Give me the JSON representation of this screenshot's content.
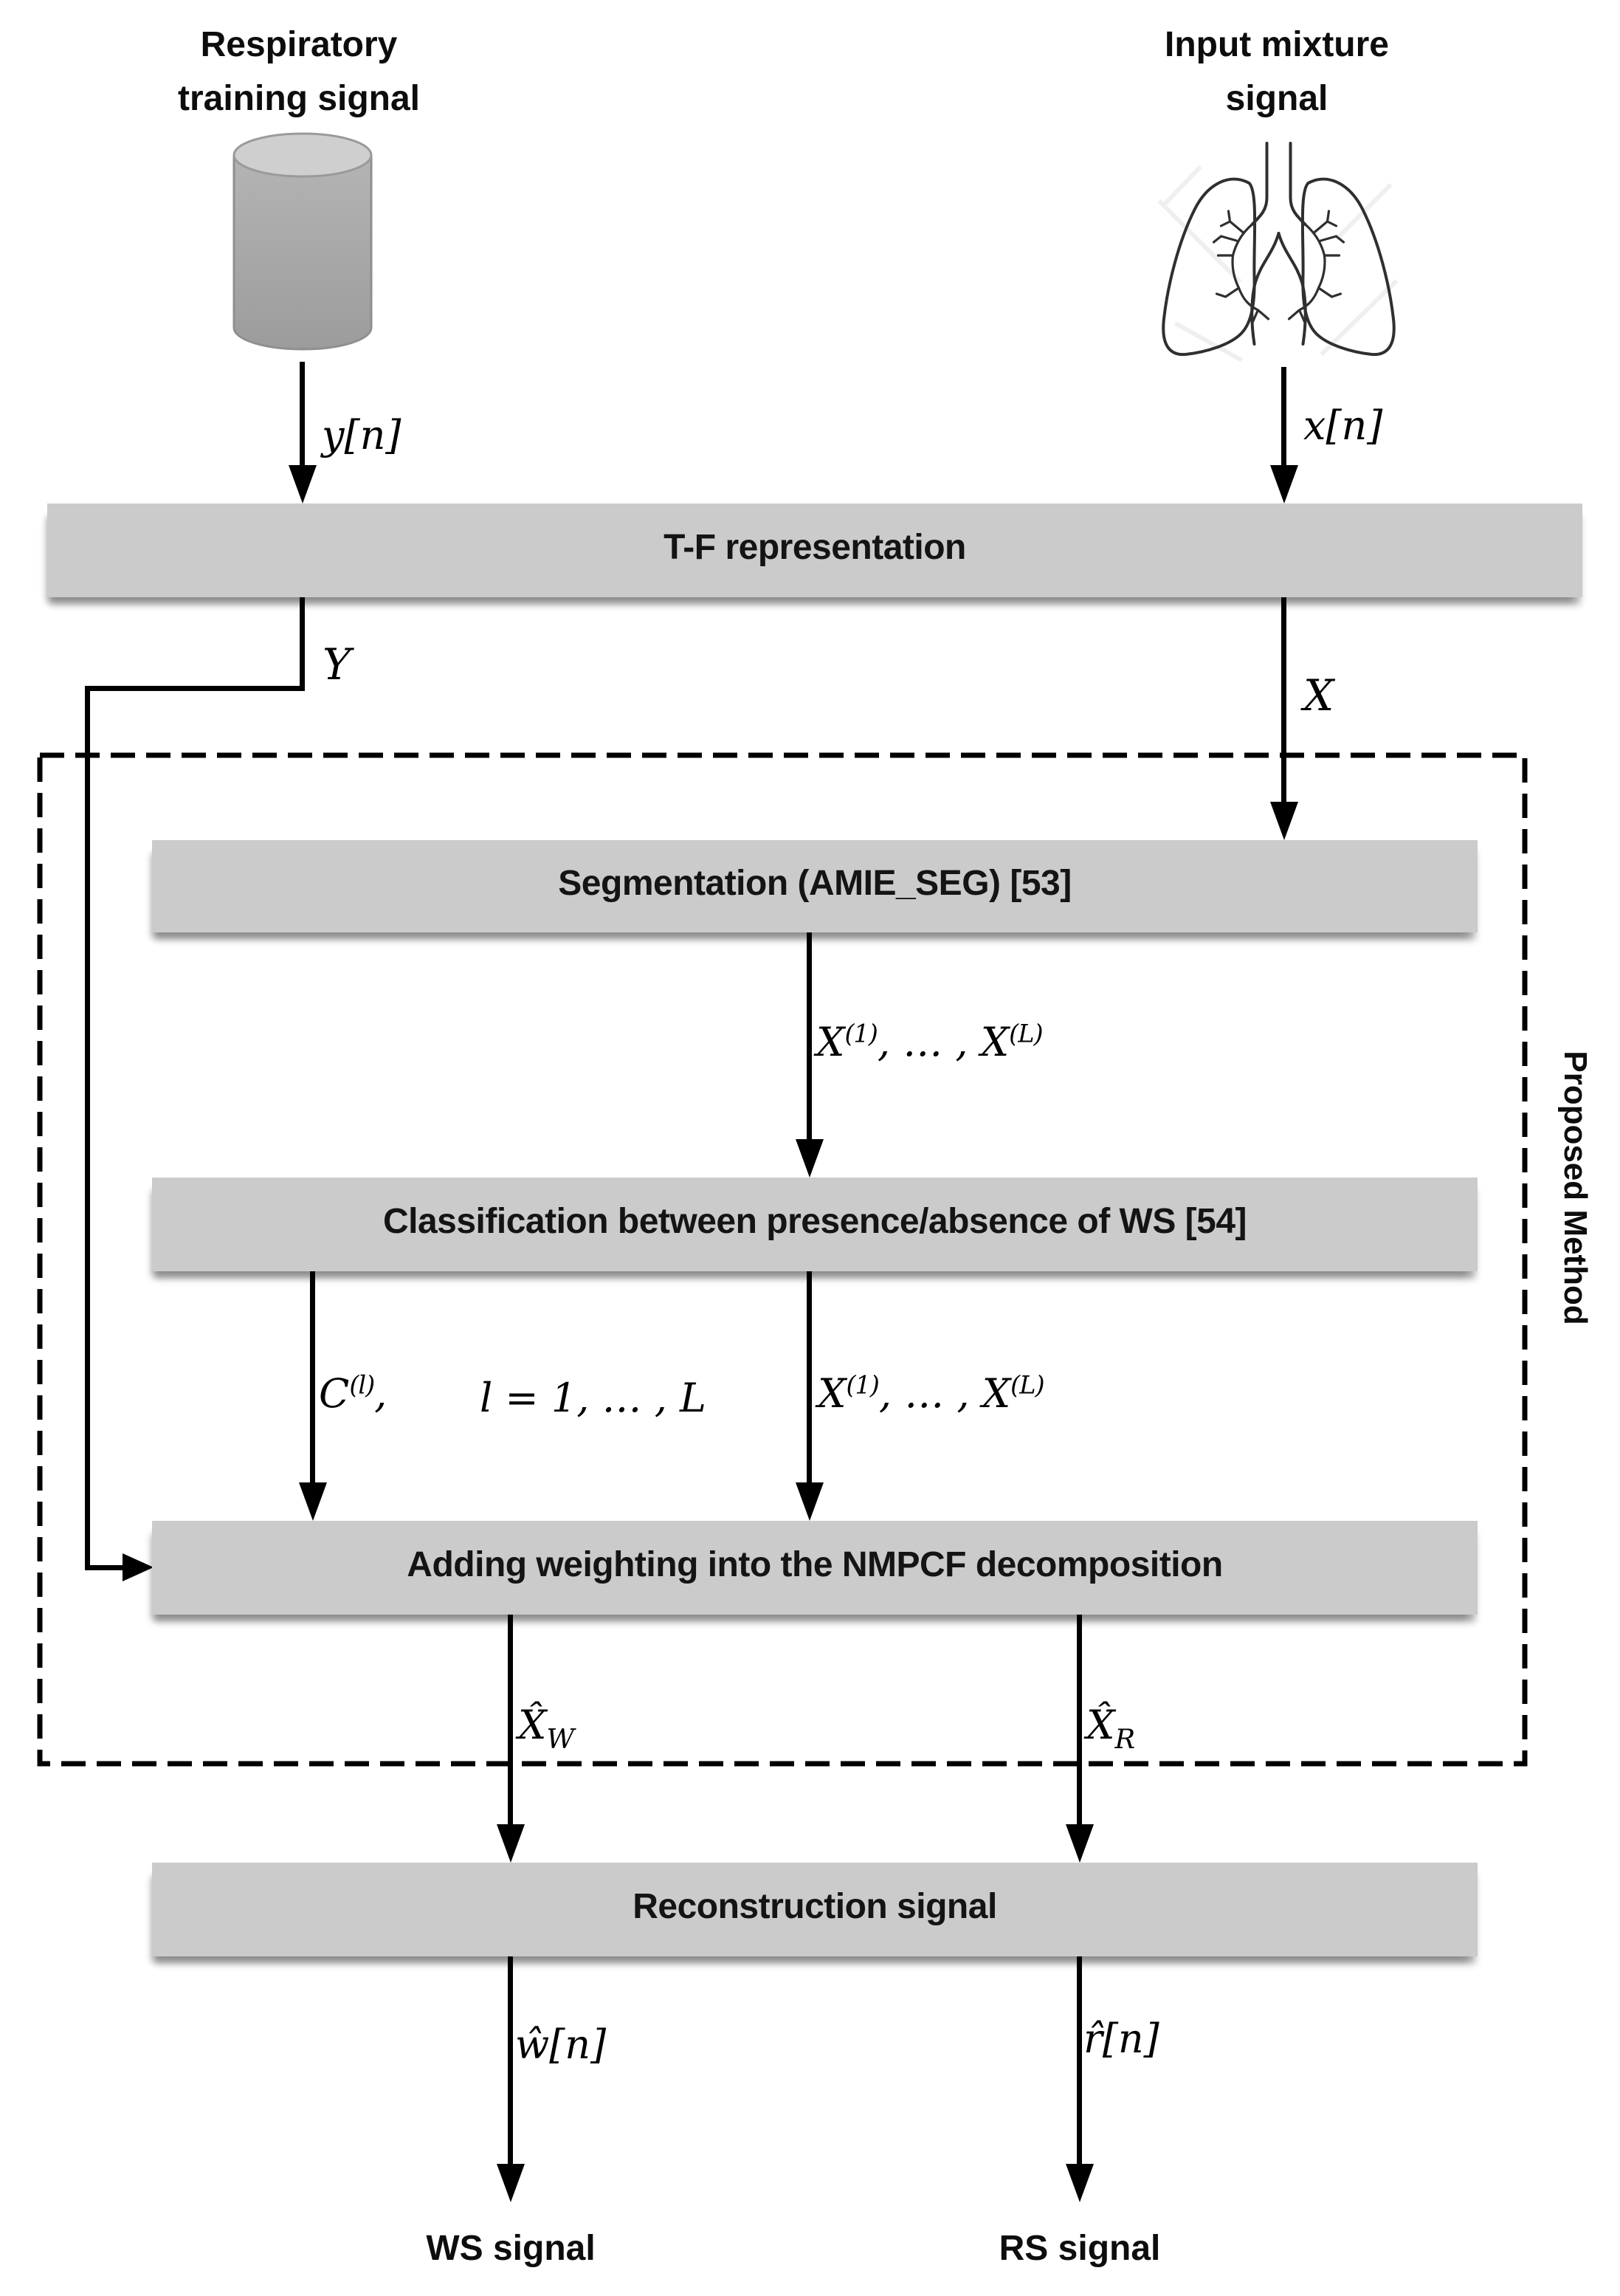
{
  "titles": {
    "left_line1": "Respiratory",
    "left_line2": "training signal",
    "right_line1": "Input mixture",
    "right_line2": "signal"
  },
  "signals": {
    "y_time": "y[n]",
    "x_time": "x[n]",
    "y_tf": "Y",
    "x_tf": "X",
    "w_time": "ŵ[n]",
    "r_time": "r̂[n]"
  },
  "blocks": {
    "tf": "T-F representation",
    "segmentation": "Segmentation (AMIE_SEG) [53]",
    "classification": "Classification between presence/absence of WS [54]",
    "nmpcf": "Adding weighting into the NMPCF decomposition",
    "reconstruction": "Reconstruction signal"
  },
  "math": {
    "segments": {
      "x1": "X",
      "sup1": "(1)",
      "dots": ", … , ",
      "x2": "X",
      "sup2": "(L)"
    },
    "class_left": {
      "c": "C",
      "sup": "(l)",
      "comma": ","
    },
    "class_range": "l = 1, … , L",
    "xw": {
      "base": "X̂",
      "sub": "W"
    },
    "xr": {
      "base": "X̂",
      "sub": "R"
    }
  },
  "outputs": {
    "ws": "WS signal",
    "rs": "RS signal"
  },
  "box_label": "Proposed Method",
  "icons": {
    "left": "database-cylinder-icon",
    "right": "lungs-icon"
  },
  "colors": {
    "bar_fill": "#cbcbcb",
    "line": "#000000",
    "cylinder_body": "#a6a6a6",
    "cylinder_top": "#cfcfcf",
    "lungs_stroke": "#2f2f2f"
  }
}
